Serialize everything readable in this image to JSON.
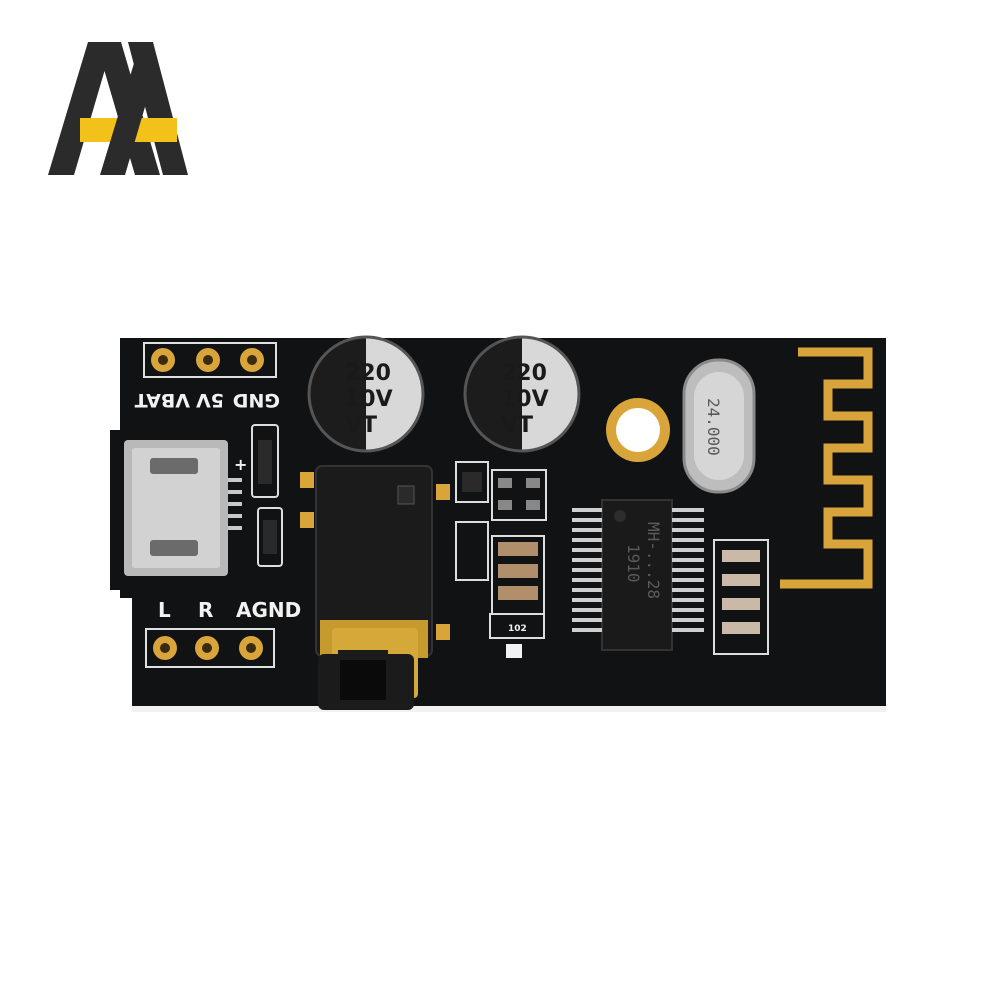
{
  "colors": {
    "background": "#ffffff",
    "pcb": "#111214",
    "gold": "#d9a53b",
    "logo_dark": "#2b2b2b",
    "logo_accent": "#f2c21b"
  },
  "logo": {
    "icon": "double-a-logo-icon"
  },
  "pcb": {
    "labels": {
      "gnd": "GND",
      "v5": "5V",
      "vbat": "VBAT",
      "left": "L",
      "right": "R",
      "agnd": "AGND"
    },
    "capacitor_1": {
      "line1": "220",
      "line2": "10V",
      "line3": "VT"
    },
    "capacitor_2": {
      "line1": "220",
      "line2": "10V",
      "line3": "VT"
    },
    "crystal": {
      "label": "24.000"
    },
    "chip": {
      "line1": "MH-...28",
      "line2": "1910"
    },
    "resistor_code": "102",
    "plus_mark": "+"
  }
}
